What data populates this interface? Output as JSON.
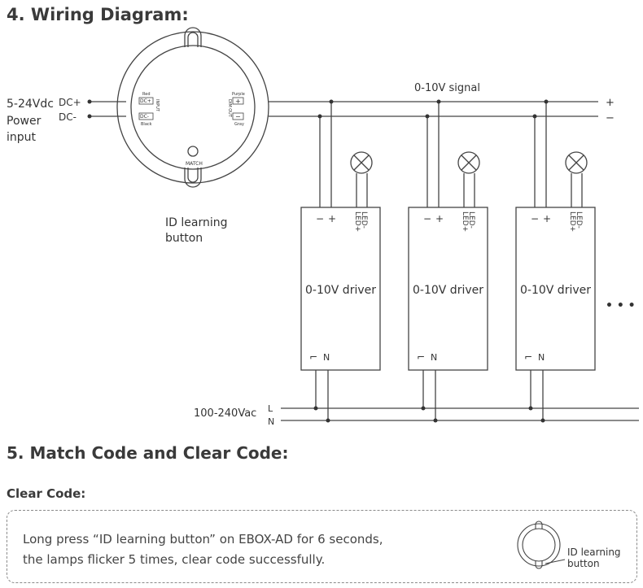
{
  "headings": {
    "wiring": "4. Wiring Diagram:",
    "match": "5. Match Code and Clear Code:",
    "clear": "Clear Code:"
  },
  "power_in": {
    "voltage": "5-24Vdc",
    "line1": "Power",
    "line2": "input",
    "dc_plus": "DC+",
    "dc_minus": "DC-"
  },
  "controller": {
    "wire_red": "Red",
    "wire_black": "Black",
    "dc_plus": "DC+",
    "dc_minus": "DC-",
    "input_label": "INPUT",
    "dim_out": "DIM OUT",
    "wire_purple": "Purple",
    "wire_gray": "Gray",
    "plus": "+",
    "minus": "−",
    "match": "MATCH"
  },
  "id_button_label": {
    "line1": "ID learning",
    "line2": "button"
  },
  "signal": {
    "label": "0-10V signal",
    "plus": "+",
    "minus": "−"
  },
  "drivers": [
    {
      "label": "0-10V driver",
      "minus": "−",
      "plus": "+",
      "led_minus": "LED-",
      "led_plus": "LED+",
      "l": "⌐",
      "n": "N"
    },
    {
      "label": "0-10V driver",
      "minus": "−",
      "plus": "+",
      "led_minus": "LED-",
      "led_plus": "LED+",
      "l": "⌐",
      "n": "N"
    },
    {
      "label": "0-10V driver",
      "minus": "−",
      "plus": "+",
      "led_minus": "LED-",
      "led_plus": "LED+",
      "l": "⌐",
      "n": "N"
    }
  ],
  "ellipsis": "• • •",
  "mains": {
    "voltage": "100-240Vac",
    "l": "L",
    "n": "N"
  },
  "clear_code": {
    "line1": "Long press “ID learning button” on EBOX-AD for 6 seconds,",
    "line2": "the lamps flicker 5 times, clear code successfully.",
    "icon_label_1": "ID learning",
    "icon_label_2": "button"
  }
}
